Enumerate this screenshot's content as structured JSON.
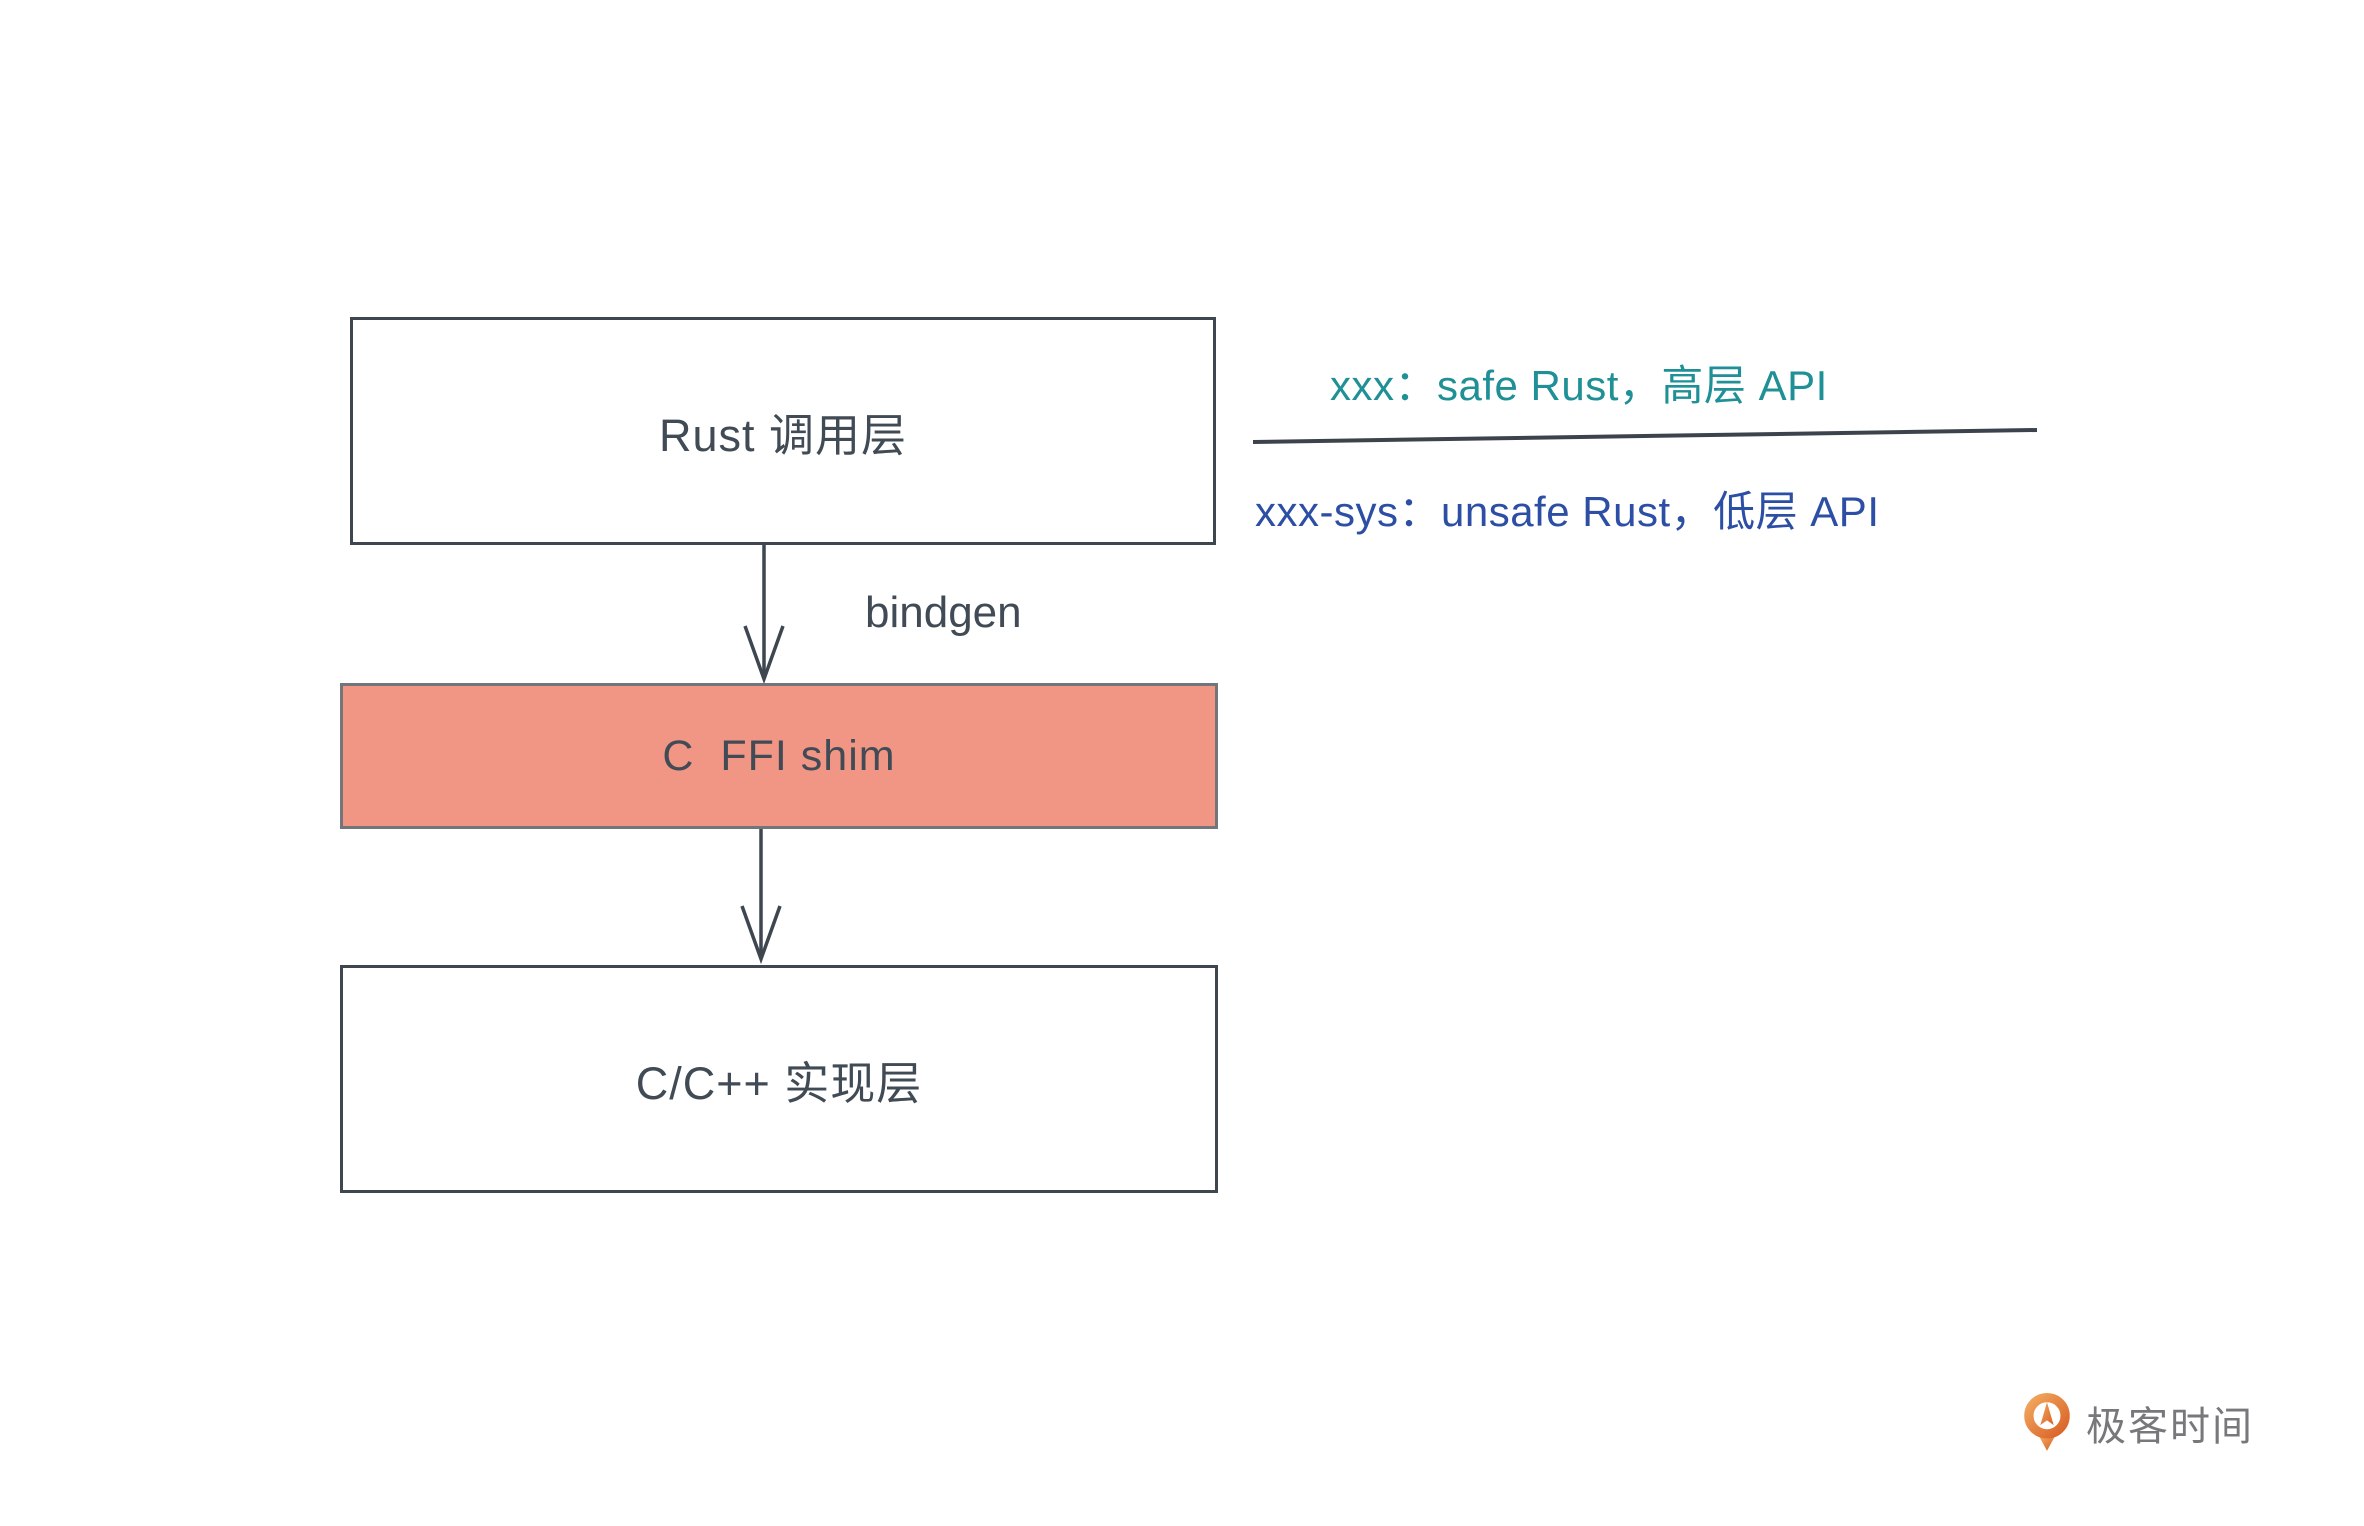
{
  "diagram": {
    "boxes": [
      {
        "id": "rust-call-layer",
        "label": "Rust 调用层",
        "fill": "#ffffff",
        "border": "#3e4650"
      },
      {
        "id": "c-ffi-shim",
        "label": "C  FFI shim",
        "fill": "#F19584",
        "border": "#71757c"
      },
      {
        "id": "c-cpp-impl-layer",
        "label": "C/C++ 实现层",
        "fill": "#ffffff",
        "border": "#3e4650"
      }
    ],
    "arrows": [
      {
        "from": "rust-call-layer",
        "to": "c-ffi-shim",
        "label": "bindgen"
      },
      {
        "from": "c-ffi-shim",
        "to": "c-cpp-impl-layer",
        "label": ""
      }
    ],
    "legend": {
      "safe_line": {
        "text": "xxx：safe Rust，高层 API",
        "color": "#1E9096"
      },
      "unsafe_line": {
        "text": "xxx-sys：unsafe Rust，低层 API",
        "color": "#2C4EA4"
      }
    },
    "line_color": "#3e4650",
    "text_color": "#414b55"
  },
  "footer": {
    "brand": "极客时间",
    "brand_text_color": "#77787B",
    "logo_gradient_start": "#F2A85E",
    "logo_gradient_end": "#D96127"
  }
}
